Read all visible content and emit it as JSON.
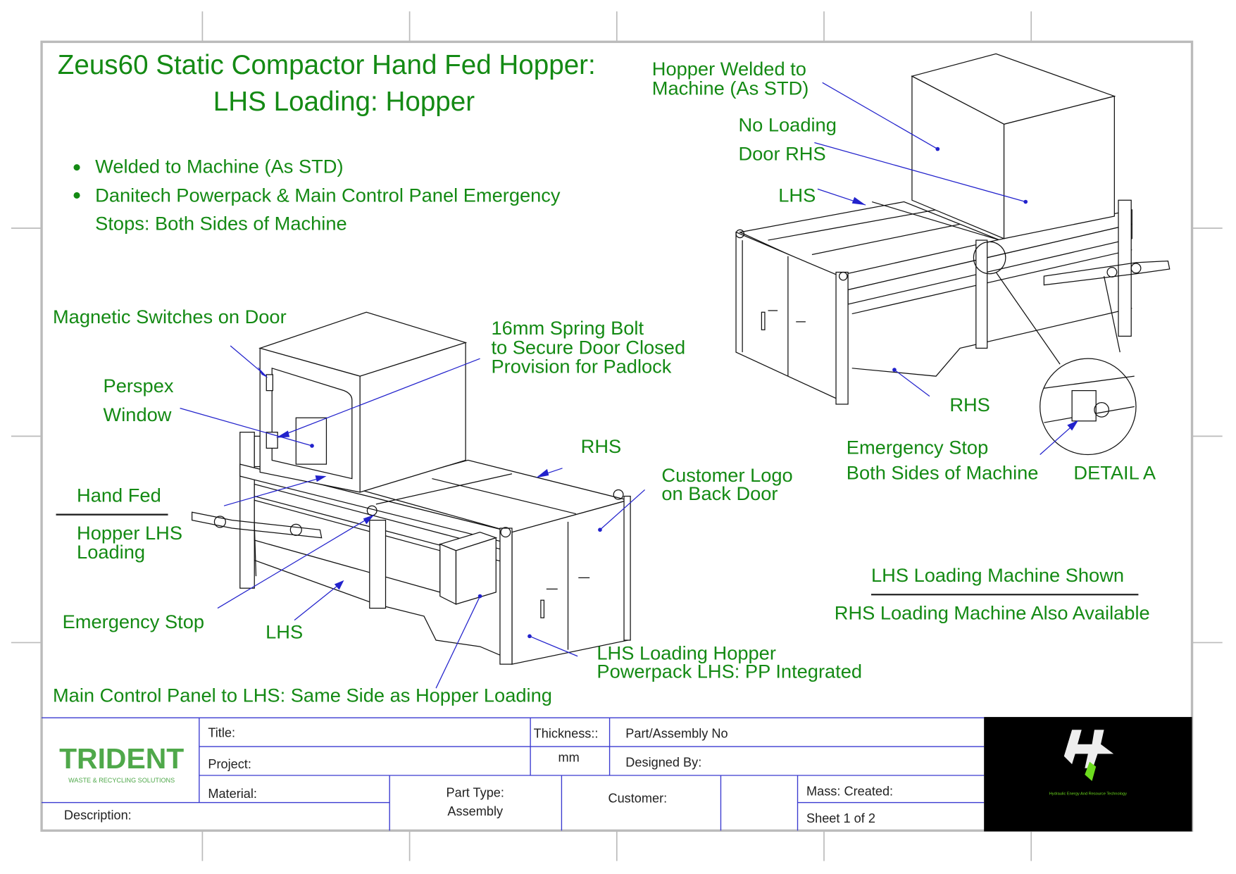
{
  "drawing": {
    "title_line1": "Zeus60 Static Compactor Hand Fed Hopper:",
    "title_line2": "LHS Loading: Hopper",
    "bullets": [
      "Welded to Machine (As STD)",
      "Danitech Powerpack & Main Control Panel Emergency",
      "Stops: Both Sides of Machine"
    ],
    "right_view": {
      "hopper_welded": [
        "Hopper Welded to",
        "Machine (As STD)"
      ],
      "no_loading_door": [
        "No Loading",
        "Door RHS"
      ],
      "lhs": "LHS",
      "rhs": "RHS",
      "emergency_stop": [
        "Emergency Stop",
        "Both Sides of Machine"
      ],
      "detail_label": "DETAIL A"
    },
    "machine_shown": "LHS Loading Machine Shown",
    "machine_available": "RHS Loading Machine Also Available",
    "left_view": {
      "magnetic_switches": "Magnetic Switches on Door",
      "spring_bolt": [
        "16mm Spring Bolt",
        "to Secure Door Closed",
        "Provision for Padlock"
      ],
      "perspex_window": [
        "Perspex",
        "Window"
      ],
      "rhs": "RHS",
      "customer_logo": [
        "Customer Logo",
        "on Back Door"
      ],
      "hand_fed": "Hand Fed",
      "hopper_lhs_loading": [
        "Hopper LHS",
        "Loading"
      ],
      "emergency_stop": "Emergency Stop",
      "lhs": "LHS",
      "powerpack": [
        "LHS Loading Hopper",
        "Powerpack LHS: PP Integrated"
      ],
      "main_control_panel": "Main Control Panel to LHS: Same Side as Hopper Loading"
    }
  },
  "title_block": {
    "company_logo": "TRIDENT",
    "company_tagline": "WASTE & RECYCLING SOLUTIONS",
    "title_label": "Title:",
    "project_label": "Project:",
    "material_label": "Material:",
    "description_label": "Description:",
    "thickness_label": "Thickness::",
    "thickness_unit": "mm",
    "part_no_label": "Part/Assembly No",
    "designed_by_label": "Designed By:",
    "part_type_label": "Part Type:",
    "part_type_value": "Assembly",
    "customer_label": "Customer:",
    "mass_created_label": "Mass: Created:",
    "sheet": "Sheet 1 of 2",
    "partner_logo_tagline": "Hydraulic Energy And Resource Technology"
  },
  "colors": {
    "annotation_text": "#148a14",
    "leader_lines": "#2222cc",
    "title_block_lines": "#3a3ad0",
    "partner_logo_bg": "#000000",
    "partner_logo_accent": "#6ddc1e"
  }
}
